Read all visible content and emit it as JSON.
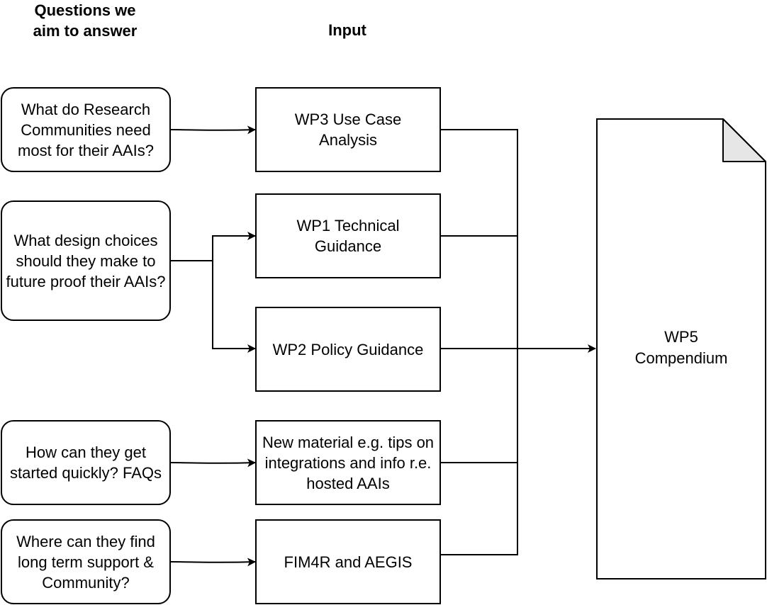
{
  "headers": {
    "questions": "Questions we aim to answer",
    "input": "Input"
  },
  "questions": [
    "What do Research Communities need most for their AAIs?",
    "What design choices should they make to future proof their AAIs?",
    "How can they get started quickly? FAQs",
    "Where can they find long term support & Community?"
  ],
  "inputs": [
    "WP3 Use Case Analysis",
    "WP1 Technical Guidance",
    "WP2 Policy Guidance",
    "New material e.g. tips on integrations and info r.e. hosted AAIs",
    "FIM4R and AEGIS"
  ],
  "output": {
    "line1": "WP5",
    "line2": "Compendium"
  }
}
